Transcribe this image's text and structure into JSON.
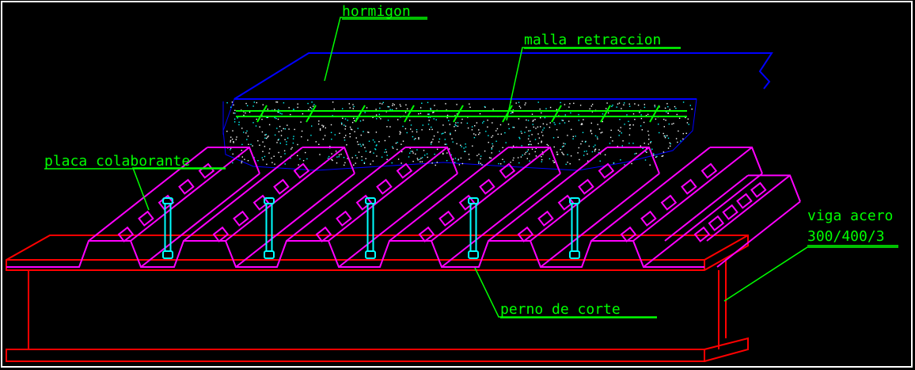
{
  "labels": {
    "hormigon": "hormigon",
    "malla": "malla retraccion",
    "placa": "placa colaborante",
    "viga_line1": "viga acero",
    "viga_line2": "300/400/3",
    "perno": "perno de corte"
  },
  "colors": {
    "background": "#000000",
    "frame": "#ffffff",
    "concrete_outline": "#0000ff",
    "mesh": "#00ff00",
    "speckle_white": "#ffffff",
    "speckle_cyan": "#00ffff",
    "deck": "#ff00ff",
    "beam": "#ff0000",
    "stud": "#00ffff",
    "leader": "#00ff00"
  }
}
